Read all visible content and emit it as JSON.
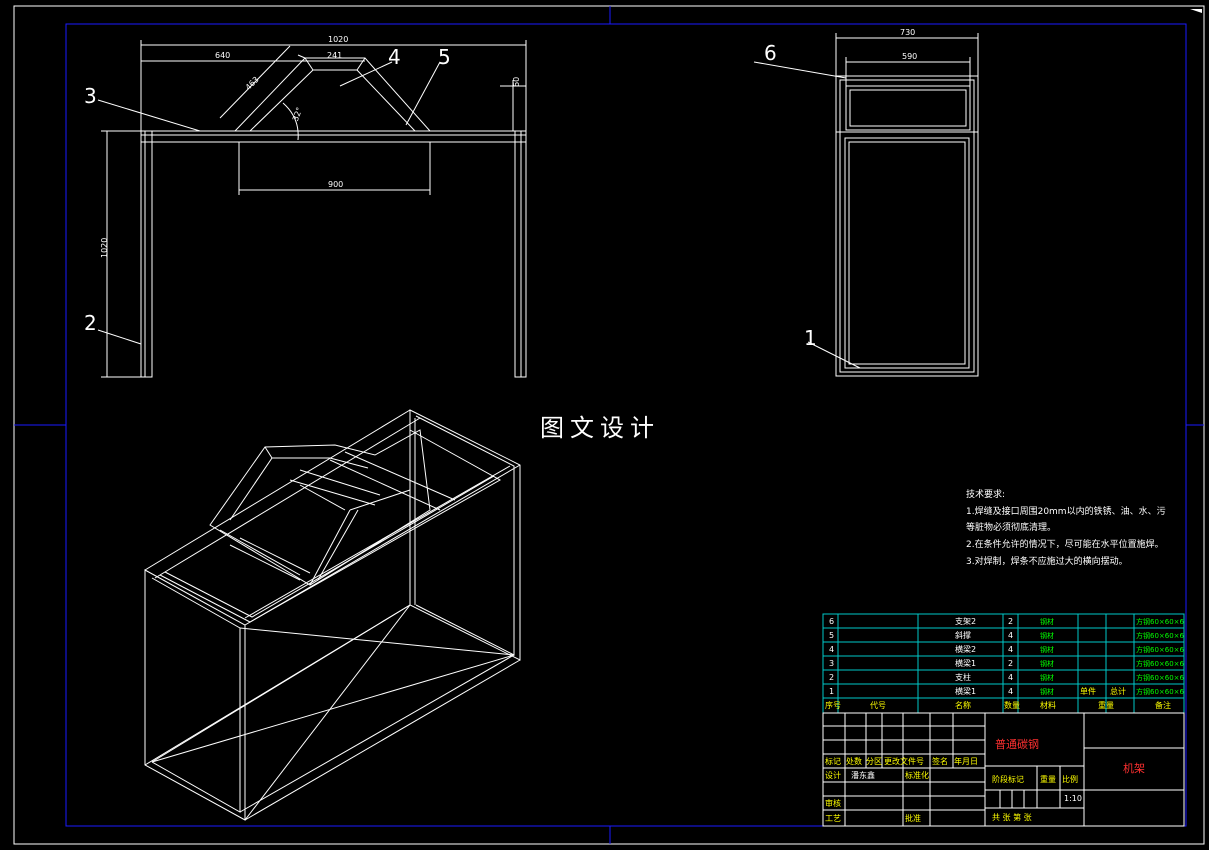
{
  "watermark": "图文设计",
  "dimensions": {
    "total_width": "1020",
    "left_segment": "640",
    "top_segment": "241",
    "incline": "463",
    "angle": "32°",
    "bottom_span": "900",
    "height": "1020",
    "beam_height": "60",
    "side_outer": "730",
    "side_inner": "590"
  },
  "callouts": [
    "1",
    "2",
    "3",
    "4",
    "5",
    "6"
  ],
  "notes": {
    "title": "技术要求:",
    "line1": "1.焊缝及接口周围20mm以内的铁锈、油、水、污",
    "line2": "等脏物必须彻底清理。",
    "line3": "2.在条件允许的情况下，尽可能在水平位置施焊。",
    "line4": "3.对焊制，焊条不应施过大的横向摆动。"
  },
  "bom": [
    {
      "no": "6",
      "name": "支架2",
      "qty": "2",
      "material": "钢材",
      "spec": "方钢60×60×6"
    },
    {
      "no": "5",
      "name": "斜撑",
      "qty": "4",
      "material": "钢材",
      "spec": "方钢60×60×6"
    },
    {
      "no": "4",
      "name": "横梁2",
      "qty": "4",
      "material": "钢材",
      "spec": "方钢60×60×6"
    },
    {
      "no": "3",
      "name": "横梁1",
      "qty": "2",
      "material": "钢材",
      "spec": "方钢60×60×6"
    },
    {
      "no": "2",
      "name": "支柱",
      "qty": "4",
      "material": "钢材",
      "spec": "方钢60×60×6"
    },
    {
      "no": "1",
      "name": "横梁1",
      "qty": "4",
      "material": "钢材",
      "spec": "方钢60×60×6"
    }
  ],
  "bom_header": {
    "no": "序号",
    "code": "代号",
    "name": "名称",
    "qty": "数量",
    "material": "材料",
    "single": "单件",
    "total": "总计",
    "weight": "重量",
    "remark": "备注"
  },
  "title_block": {
    "material": "普通碳钢",
    "drawing_name": "机架",
    "row_mark": [
      "标记",
      "处数",
      "分区",
      "更改文件号",
      "签名",
      "年月日"
    ],
    "design": "设计",
    "designer": "潘东鑫",
    "standard": "标准化",
    "stage_mark": "阶段标记",
    "weight": "重量",
    "scale_label": "比例",
    "scale": "1:10",
    "review": "审核",
    "process": "工艺",
    "approve": "批准",
    "sheets": "共  张  第  张"
  }
}
